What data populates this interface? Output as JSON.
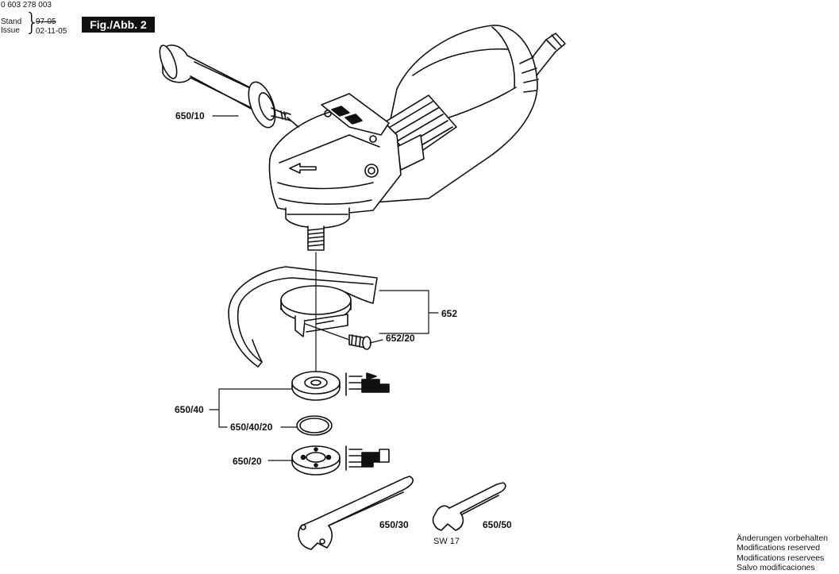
{
  "header": {
    "part_number": "0 603 278 003",
    "stand_label": "Stand",
    "issue_label": "Issue",
    "stand_date": "97-05",
    "issue_date": "02-11-05",
    "figure_tag": "Fig./Abb. 2"
  },
  "labels": {
    "auxiliary_handle": "650/10",
    "guard": "652",
    "guard_screw": "652/20",
    "flange_set": "650/40",
    "o_ring": "650/40/20",
    "clamping_nut": "650/20",
    "two_pin_spanner": "650/30",
    "open_spanner": "650/50",
    "spanner_size": "SW 17"
  },
  "notice": {
    "lines": [
      "Änderungen vorbehalten",
      "Modifications reserved",
      "Modifications reservees",
      "Salvo modificaciones"
    ]
  },
  "colors": {
    "ink": "#111111",
    "paper": "#ffffff"
  }
}
